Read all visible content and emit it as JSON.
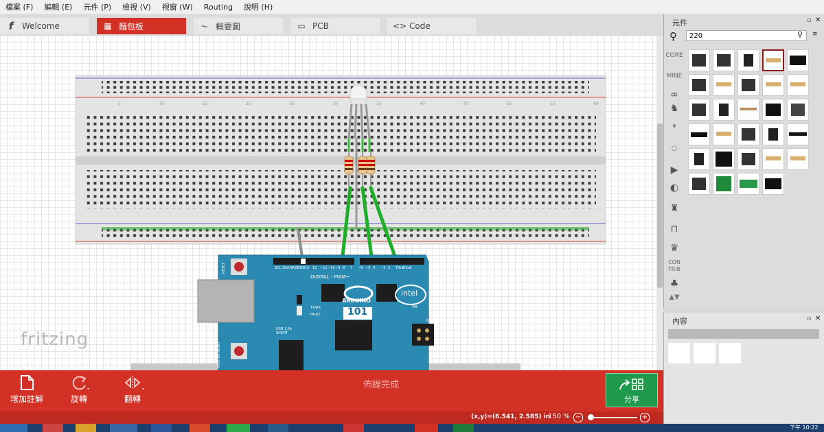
{
  "menu": [
    "檔案 (F)",
    "編輯 (E)",
    "元件 (P)",
    "檢視 (V)",
    "視窗 (W)",
    "Routing",
    "說明 (H)"
  ],
  "tabs": [
    {
      "label": "Welcome",
      "icon": "fritzing-f-icon",
      "active": false
    },
    {
      "label": "麵包板",
      "icon": "breadboard-icon",
      "active": true
    },
    {
      "label": "概要圖",
      "icon": "schematic-icon",
      "active": false
    },
    {
      "label": "PCB",
      "icon": "pcb-icon",
      "active": false
    },
    {
      "label": "Code",
      "icon": "code-icon",
      "active": false
    }
  ],
  "canvas": {
    "logo": "fritzing",
    "arduino": {
      "brand": "ARDUINO",
      "model": "101",
      "maker": "intel",
      "digital_label": "DIGITAL - PWM~",
      "reset": "RESET",
      "icsp": "ICSP",
      "on": "ON",
      "txrx": "TX/RX",
      "fault": "FAULT",
      "usb": "USB 1.5A SHORT",
      "master_reset": "MASTER RESET",
      "pin_labels": [
        "SCL",
        "SDA",
        "AREF",
        "GND",
        "13",
        "12",
        "~11",
        "~10",
        "~9",
        "8",
        "7",
        "~6",
        "~5",
        "4",
        "~3",
        "2",
        "TX▸1",
        "RX◂0"
      ]
    },
    "breadboard_numbers": [
      "5",
      "10",
      "15",
      "20",
      "25",
      "30",
      "35",
      "40",
      "45",
      "50",
      "55",
      "60"
    ]
  },
  "toolbar": {
    "add_note": "增加註解",
    "rotate": "旋轉",
    "flip": "翻轉",
    "status": "佈線完成",
    "share": "分享"
  },
  "statusbar": {
    "coords": "(x,y)=(6.541, 2.585) in",
    "zoom": "150 %"
  },
  "parts": {
    "title": "元件",
    "search_value": "220",
    "bins": [
      "CORE",
      "MINE",
      "CON TRIB"
    ]
  },
  "inspector": {
    "title": "內容"
  },
  "taskbar": {
    "clock": "下午 10:22"
  }
}
